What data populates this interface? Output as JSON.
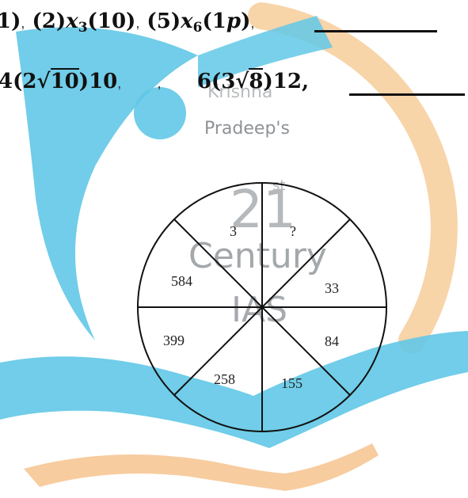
{
  "question1": {
    "t1": "1)",
    "sep1": ",",
    "t2": "(2)",
    "t3": "x",
    "t4": "3",
    "t5": "(10)",
    "sep2": ",",
    "t6": "(5)",
    "t7": "x",
    "t8": "6",
    "t9": "(1",
    "t10": "p",
    "t11": ")",
    "sep3": ","
  },
  "question2": {
    "t1": "4",
    "t2": "(2√",
    "t3": "10",
    "t4": ")10",
    "sep1": ",",
    "sep2": ",",
    "t5": "6",
    "t6": "(3√",
    "t7": "8",
    "t8": ")12,"
  },
  "watermark": {
    "krishna": "Krishna",
    "pradeep": "Pradeep's",
    "number": "21",
    "suffix": "st",
    "century": "Century",
    "ias": "IAS"
  },
  "wheel_numbers": {
    "top_left": "3",
    "top_right": "?",
    "upper_left": "584",
    "upper_right": "33",
    "lower_left": "399",
    "lower_right": "84",
    "bottom_left": "258",
    "bottom_right": "155"
  },
  "colors": {
    "logo_blue": "#5cc6e6",
    "logo_orange": "#f5c58f",
    "text": "#111111"
  }
}
